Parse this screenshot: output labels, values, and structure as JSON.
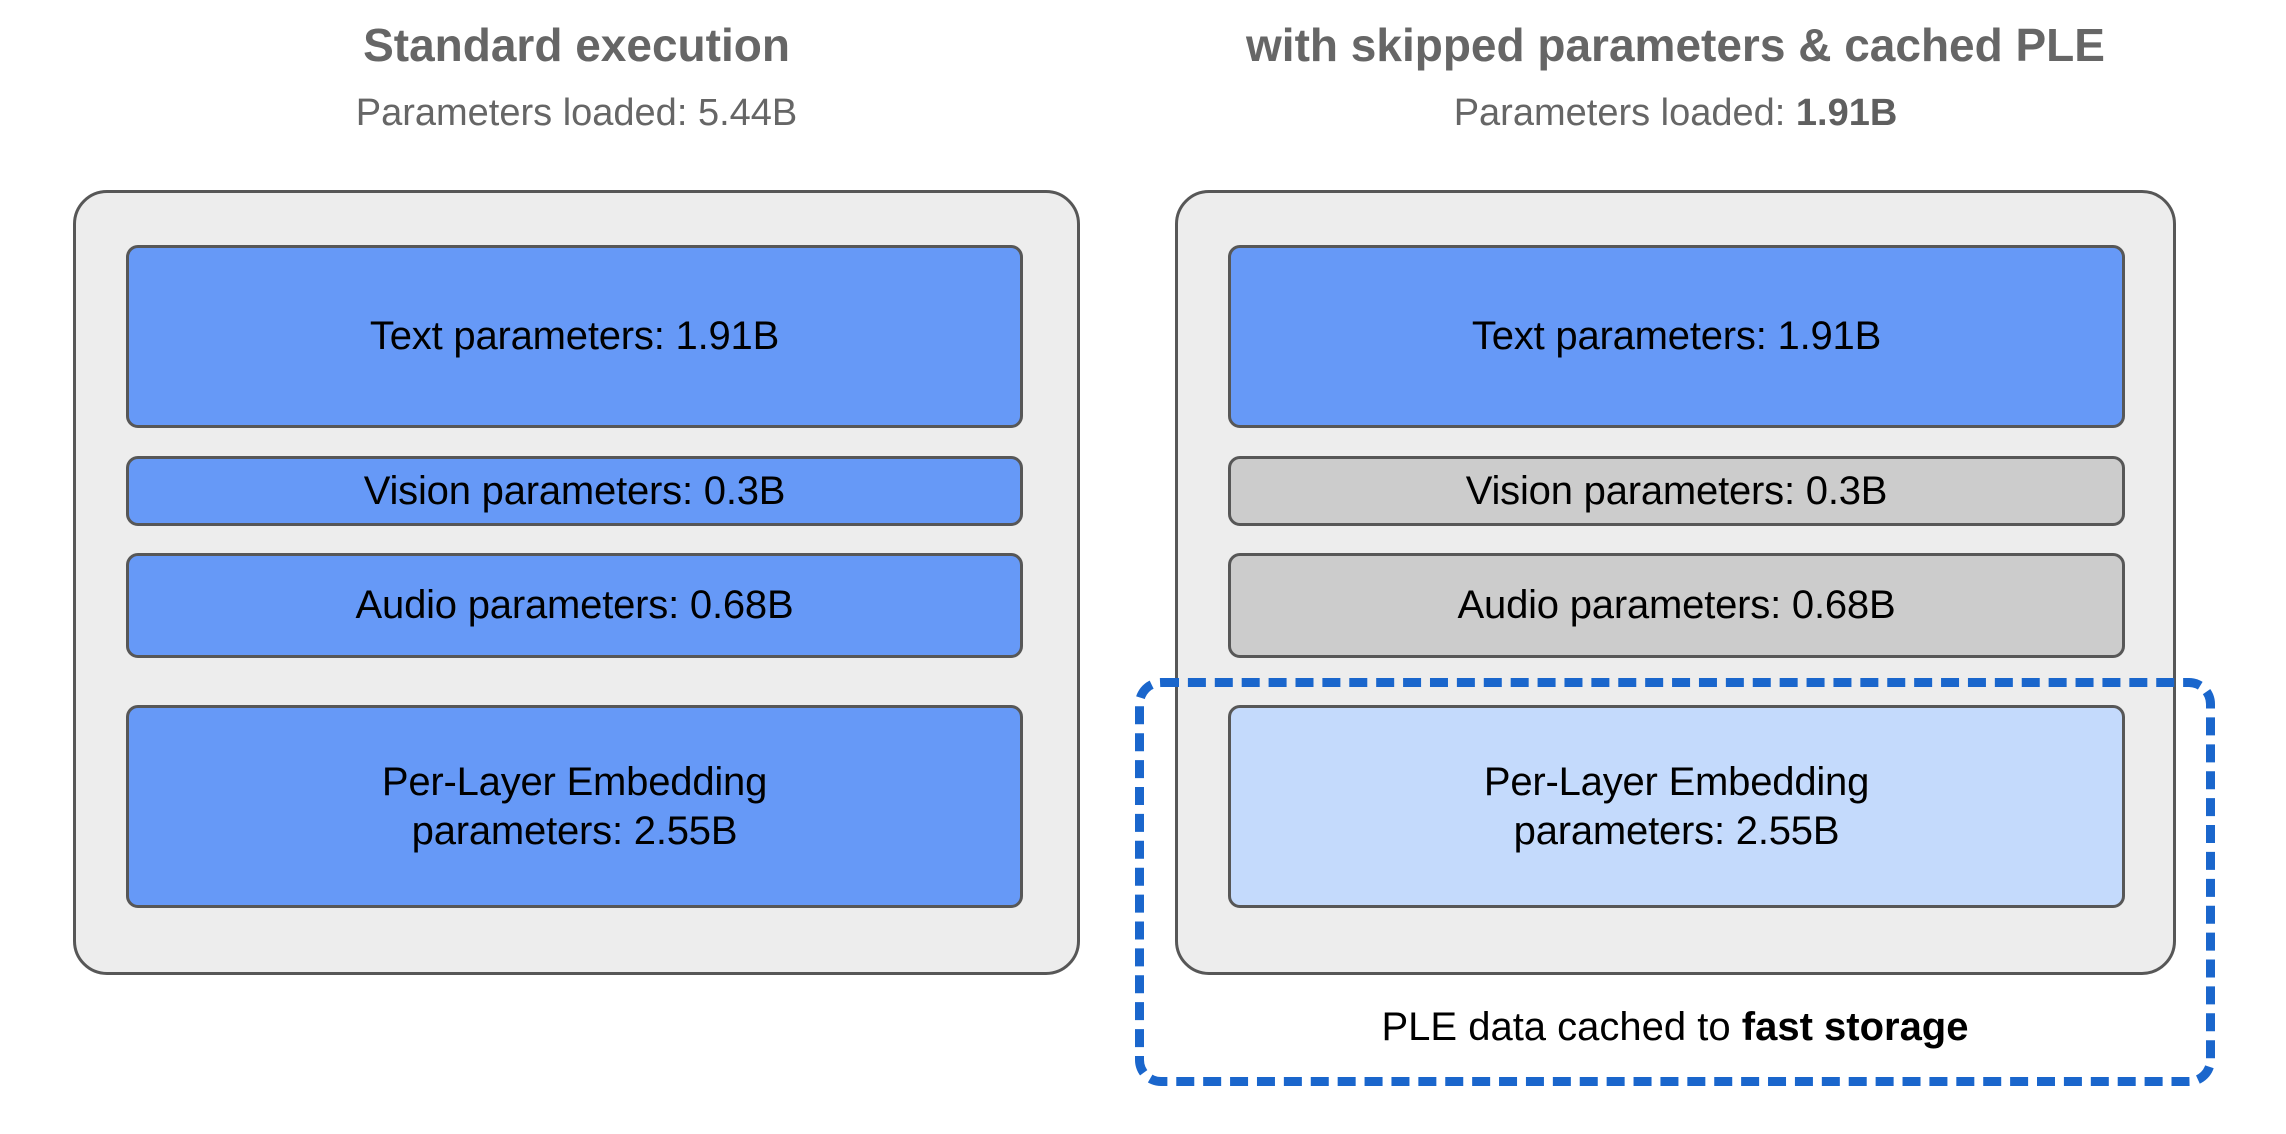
{
  "figure": {
    "background": "#ffffff",
    "accent_blue": "#6699f7",
    "accent_light_blue": "#c4dafc",
    "skipped_gray": "#cccccc",
    "dashed_border_blue": "#1a66cc",
    "panel_background": "#ededed",
    "panel_border": "#575757",
    "heading_color": "#666666"
  },
  "columns": [
    {
      "id": "standard",
      "title": "Standard execution",
      "subtitle_prefix": "Parameters loaded: ",
      "subtitle_value": "5.44B",
      "subtitle_value_bold": false,
      "blocks": [
        {
          "id": "text",
          "label": "Text parameters: 1.91B",
          "state": "loaded",
          "color": "#6699f7"
        },
        {
          "id": "vision",
          "label": "Vision parameters: 0.3B",
          "state": "loaded",
          "color": "#6699f7"
        },
        {
          "id": "audio",
          "label": "Audio parameters: 0.68B",
          "state": "loaded",
          "color": "#6699f7"
        },
        {
          "id": "ple",
          "label_line1": "Per-Layer Embedding",
          "label_line2": "parameters: 2.55B",
          "state": "loaded",
          "color": "#6699f7"
        }
      ]
    },
    {
      "id": "skipped-cached",
      "title": "with skipped parameters & cached PLE",
      "subtitle_prefix": "Parameters loaded: ",
      "subtitle_value": "1.91B",
      "subtitle_value_bold": true,
      "blocks": [
        {
          "id": "text",
          "label": "Text parameters: 1.91B",
          "state": "loaded",
          "color": "#6699f7"
        },
        {
          "id": "vision",
          "label": "Vision parameters: 0.3B",
          "state": "skipped",
          "color": "#cccccc"
        },
        {
          "id": "audio",
          "label": "Audio parameters: 0.68B",
          "state": "skipped",
          "color": "#cccccc"
        },
        {
          "id": "ple",
          "label_line1": "Per-Layer Embedding",
          "label_line2": "parameters: 2.55B",
          "state": "cached",
          "color": "#c4dafc"
        }
      ]
    }
  ],
  "cache_annotation": {
    "caption_prefix": "PLE data cached to ",
    "caption_emphasis": "fast storage"
  }
}
